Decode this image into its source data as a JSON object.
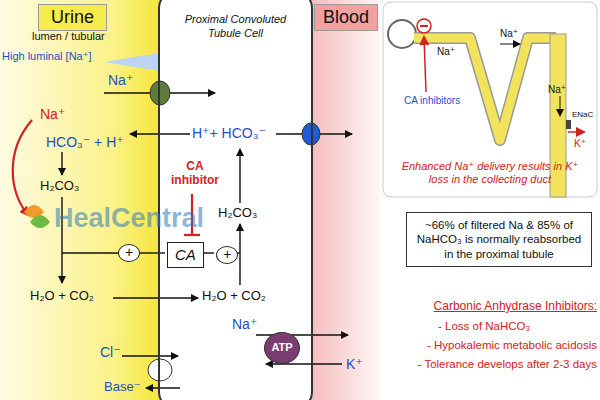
{
  "diagram": {
    "nodes": [
      {
        "text": [
          "Urine"
        ]
      },
      {
        "text": [
          "Proximal Convoluted Tubule Cell"
        ]
      },
      {
        "text": [
          "CA"
        ],
        "in": 1
      },
      {
        "text": [
          "Blood"
        ]
      },
      {
        "text": [
          "+"
        ]
      },
      {
        "text": [
          "+"
        ],
        "in": 1
      },
      {
        "text": [
          "ATP"
        ]
      },
      {
        "text": [
          "~66% of filtered Na & 85% of NaHCO₃ is normally reabsorbed in the proximal tubule"
        ]
      }
    ],
    "labels": [
      "lumen / tubular",
      "High luminal [Na⁺]",
      "Na⁺",
      "Na⁺",
      "HCO₃⁻ + H⁺",
      "H₂CO₃",
      "H⁺+ HCO₃⁻",
      "CA inhibitor",
      "H₂CO₃",
      "H₂O + CO₂",
      "H₂O + CO₂",
      "Na⁺",
      "K⁺",
      "Cl⁻",
      "Base⁻",
      "HealCentral",
      "Na⁺",
      "Na⁺",
      "Na⁺",
      "CA inhibitors",
      "ENaC",
      "K⁺",
      "Enhanced Na⁺ delivery results in K⁺ loss in the collecting duct",
      "Carbonic Anhydrase Inhibitors:",
      "- Loss of NaHCO₃",
      "- Hypokalemic metabolic acidosis",
      "- Tolerance develops after 2-3 days"
    ]
  }
}
